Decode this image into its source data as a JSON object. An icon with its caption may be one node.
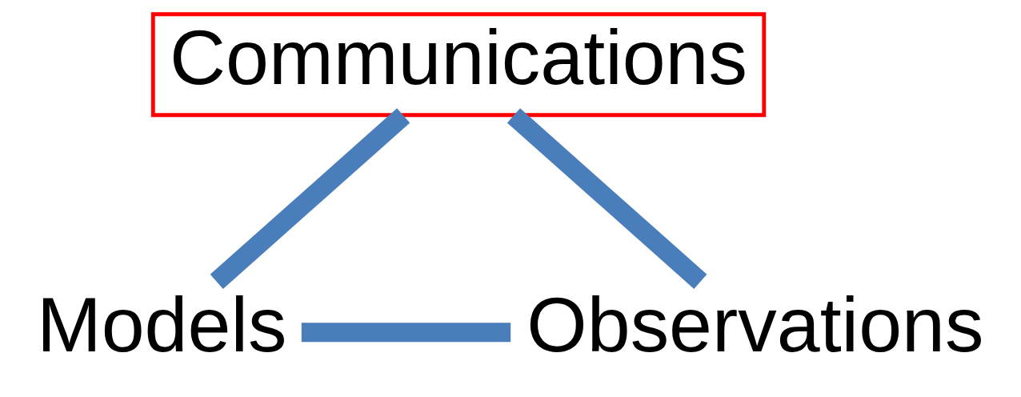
{
  "diagram": {
    "nodes": [
      {
        "text": [
          "Communications"
        ]
      },
      {
        "text": [
          "Models"
        ]
      },
      {
        "text": [
          "Observations"
        ]
      }
    ],
    "edges": [
      {
        "from": 0,
        "to": 1,
        "arrow": "none"
      },
      {
        "from": 0,
        "to": 2,
        "arrow": "none"
      },
      {
        "from": 1,
        "to": 2,
        "arrow": "none"
      }
    ]
  }
}
